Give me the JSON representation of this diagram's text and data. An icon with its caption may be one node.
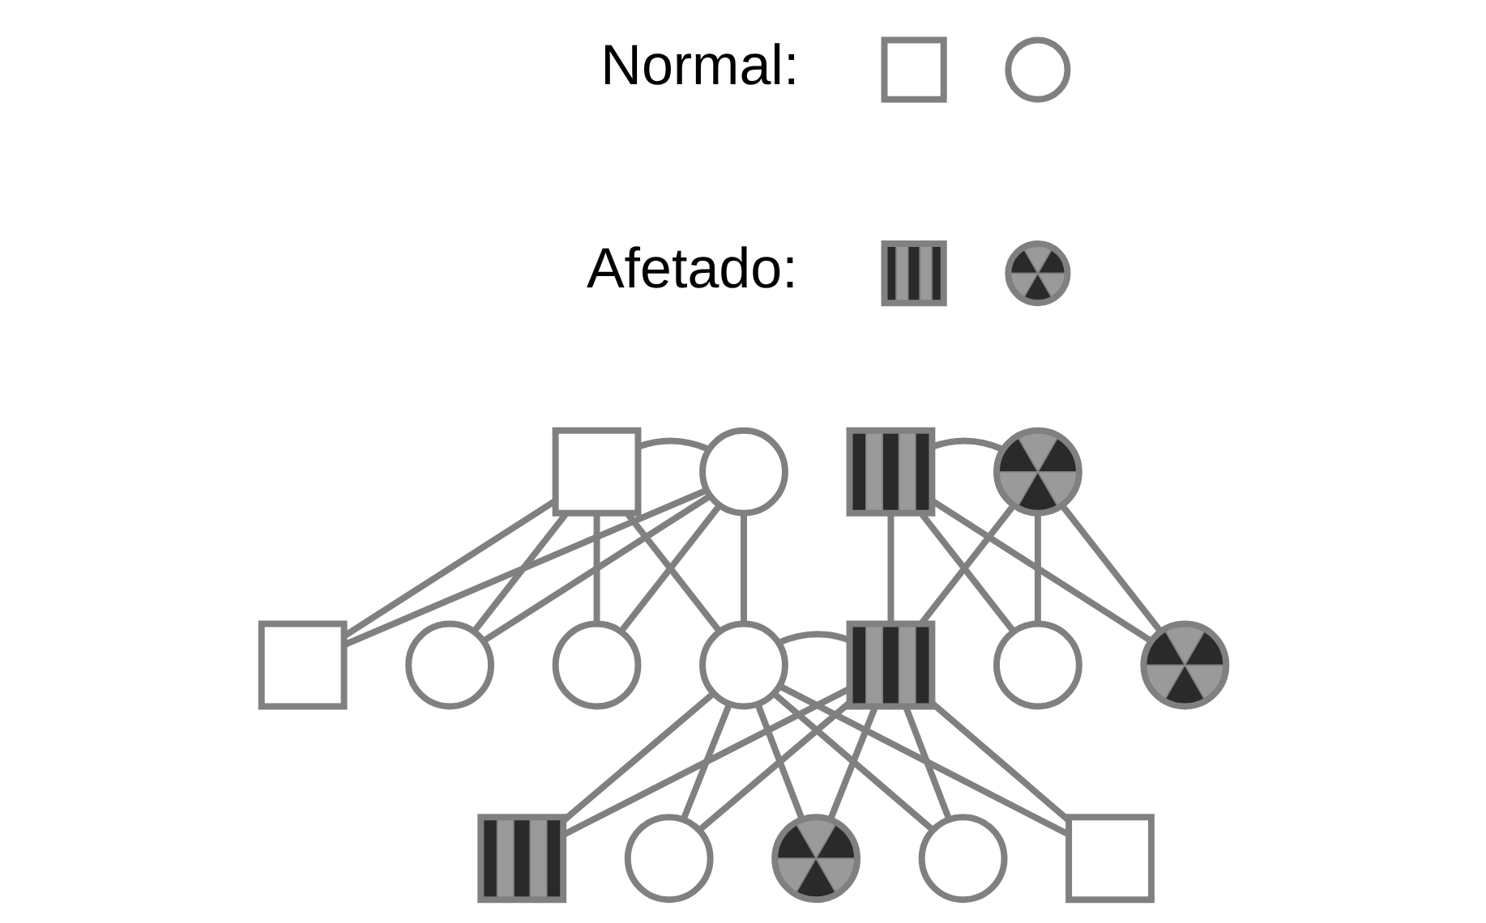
{
  "diagram": {
    "nodes": [
      {
        "text": [],
        "shape": "box"
      },
      {
        "text": [],
        "shape": "circle"
      },
      {
        "text": [],
        "shape": "box"
      },
      {
        "text": [],
        "shape": "circle"
      },
      {
        "text": [],
        "shape": "box"
      },
      {
        "text": [],
        "shape": "circle"
      },
      {
        "text": [],
        "shape": "box"
      },
      {
        "text": [],
        "shape": "circle"
      },
      {
        "text": [],
        "shape": "box"
      },
      {
        "text": [],
        "shape": "circle"
      },
      {
        "text": [],
        "shape": "circle"
      },
      {
        "text": [],
        "shape": "circle"
      },
      {
        "text": [],
        "shape": "box"
      },
      {
        "text": [],
        "shape": "circle"
      },
      {
        "text": [],
        "shape": "circle"
      },
      {
        "text": [],
        "shape": "box"
      },
      {
        "text": [],
        "shape": "circle"
      },
      {
        "text": [],
        "shape": "circle"
      },
      {
        "text": [],
        "shape": "circle"
      },
      {
        "text": [],
        "shape": "box"
      }
    ],
    "edges": [
      {
        "from": 4,
        "to": 5,
        "arrow": "none"
      },
      {
        "from": 6,
        "to": 7,
        "arrow": "none"
      },
      {
        "from": 4,
        "to": 8,
        "arrow": "none"
      },
      {
        "from": 5,
        "to": 8,
        "arrow": "none"
      },
      {
        "from": 4,
        "to": 9,
        "arrow": "none"
      },
      {
        "from": 5,
        "to": 9,
        "arrow": "none"
      },
      {
        "from": 4,
        "to": 10,
        "arrow": "none"
      },
      {
        "from": 5,
        "to": 10,
        "arrow": "none"
      },
      {
        "from": 4,
        "to": 11,
        "arrow": "none"
      },
      {
        "from": 5,
        "to": 11,
        "arrow": "none"
      },
      {
        "from": 6,
        "to": 12,
        "arrow": "none"
      },
      {
        "from": 7,
        "to": 12,
        "arrow": "none"
      },
      {
        "from": 6,
        "to": 13,
        "arrow": "none"
      },
      {
        "from": 7,
        "to": 13,
        "arrow": "none"
      },
      {
        "from": 6,
        "to": 14,
        "arrow": "none"
      },
      {
        "from": 7,
        "to": 14,
        "arrow": "none"
      },
      {
        "from": 11,
        "to": 12,
        "arrow": "none"
      },
      {
        "from": 11,
        "to": 15,
        "arrow": "none"
      },
      {
        "from": 12,
        "to": 15,
        "arrow": "none"
      },
      {
        "from": 11,
        "to": 16,
        "arrow": "none"
      },
      {
        "from": 12,
        "to": 16,
        "arrow": "none"
      },
      {
        "from": 11,
        "to": 17,
        "arrow": "none"
      },
      {
        "from": 12,
        "to": 17,
        "arrow": "none"
      },
      {
        "from": 11,
        "to": 18,
        "arrow": "none"
      },
      {
        "from": 12,
        "to": 18,
        "arrow": "none"
      },
      {
        "from": 11,
        "to": 19,
        "arrow": "none"
      },
      {
        "from": 12,
        "to": 19,
        "arrow": "none"
      }
    ],
    "legend": [
      {
        "text": "Normal:"
      },
      {
        "text": "Afetado:"
      }
    ]
  }
}
